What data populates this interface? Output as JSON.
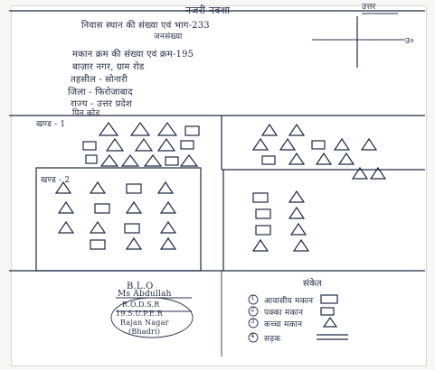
{
  "header": {
    "title": "नजरी नक्शा",
    "corner_label": "उत्तर",
    "corner_mark": "उ०"
  },
  "info": {
    "line1": "निवास स्थान की संख्या एवं भाग-233",
    "line1b": "जनसंख्या",
    "line2": "मकान क्रम की संख्या एवं क्रम-195",
    "line3": "बाज़ार नगर, ग्राम रोड",
    "line4": "तहसील - सोनारी",
    "line5": "जिला - फिरोजाबाद",
    "line6": "राज्य - उत्तर प्रदेश",
    "line7": "पिन कोड"
  },
  "sections": {
    "section1": "खण्ड - 1",
    "section2": "खण्ड - 2"
  },
  "footer_left": {
    "line1": "B.L.O",
    "line2": "Ms Abdullah",
    "line3": "R.O.D.S.R",
    "line4": "19.5.U.P.E.R",
    "line5": "Rajan Nagar",
    "line6": "(Bhadri)"
  },
  "legend": {
    "title": "संकेत",
    "items": [
      {
        "num": "1",
        "label": "आवासीय मकान"
      },
      {
        "num": "2",
        "label": "पक्का मकान"
      },
      {
        "num": "3",
        "label": "कच्चा मकान"
      },
      {
        "num": "4",
        "label": "सड़क"
      }
    ]
  },
  "colors": {
    "ink": "#1f2a44",
    "paper": "#ffffff"
  }
}
